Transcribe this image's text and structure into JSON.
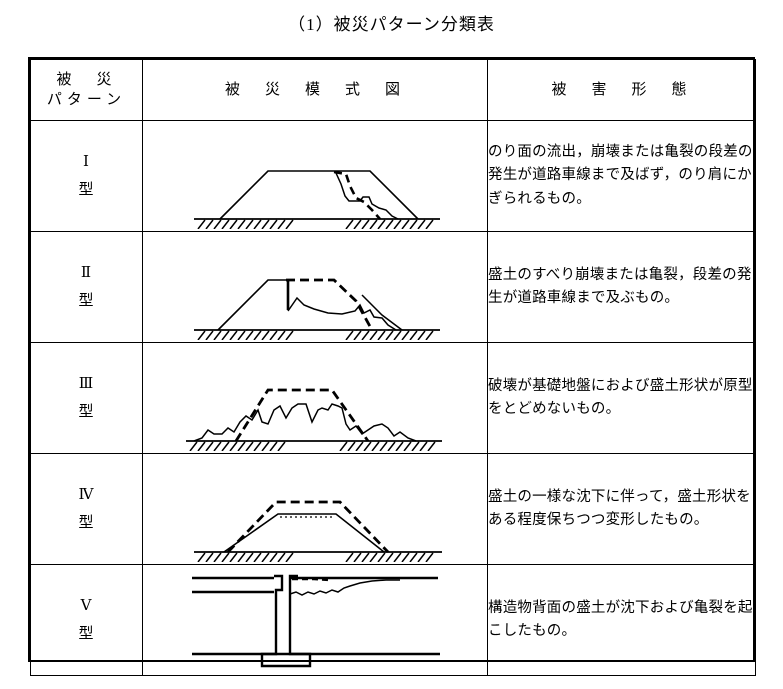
{
  "document": {
    "title": "（1）被災パターン分類表"
  },
  "table": {
    "headers": [
      {
        "line1": "被　災",
        "line2": "パターン",
        "name": "damage-pattern"
      },
      {
        "line1": "被　災　模　式　図",
        "line2": "",
        "name": "damage-schematic"
      },
      {
        "line1": "被　害　形　態",
        "line2": "",
        "name": "damage-form"
      }
    ],
    "rows": [
      {
        "numeral": "Ⅰ",
        "kata": "型",
        "diagram": "embankment-slope-surface-failure",
        "description": "のり面の流出，崩壊または亀裂の段差の発生が道路車線まで及ばず，のり肩にかぎられるもの。"
      },
      {
        "numeral": "Ⅱ",
        "kata": "型",
        "diagram": "embankment-slip-failure-reaching-lane",
        "description": "盛土のすべり崩壊または亀裂，段差の発生が道路車線まで及ぶもの。"
      },
      {
        "numeral": "Ⅲ",
        "kata": "型",
        "diagram": "foundation-ground-failure-total-collapse",
        "description": "破壊が基礎地盤におよび盛土形状が原型をとどめないもの。"
      },
      {
        "numeral": "Ⅳ",
        "kata": "型",
        "diagram": "uniform-settlement-deformation",
        "description": "盛土の一様な沈下に伴って，盛土形状をある程度保ちつつ変形したもの。"
      },
      {
        "numeral": "Ⅴ",
        "kata": "型",
        "diagram": "abutment-backfill-settlement-cracking",
        "description": "構造物背面の盛土が沈下および亀裂を起こしたもの。"
      }
    ]
  },
  "style": {
    "line_color": "#000000",
    "background": "#ffffff"
  }
}
